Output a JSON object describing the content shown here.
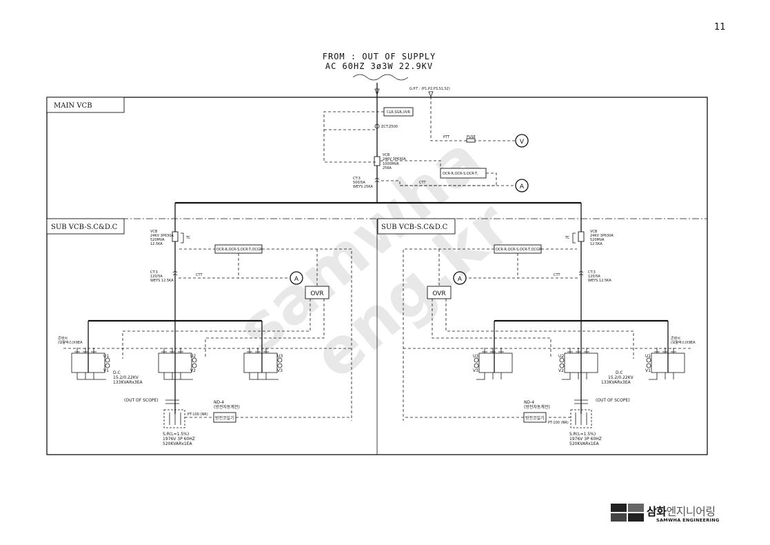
{
  "page_number": "11",
  "supply": {
    "line1": "FROM : OUT OF SUPPLY",
    "line2": "AC 60HZ 3ø3W 22.9KV"
  },
  "main_vcb": {
    "title": "MAIN VCB",
    "gpt_label": "G.P.T : (P1,P2,P3,S1,S2)",
    "relay_box1": "CLR,SGR,UVR",
    "zct": "ZCT:Z500",
    "vcb_l1": "VCB",
    "vcb_l2": "24KV 3P630A",
    "vcb_l3": "1000MVA",
    "vcb_l4": "25KA",
    "relay_box2": "OCR-R,OCR-S,OCR-T,",
    "ct_l1": "CT:3",
    "ct_l2": "500/5A",
    "ct_l3": "WEYS 25KA",
    "ctt": "CTT",
    "pt": "PTT",
    "fuse": "FUSE",
    "meter_v": "V",
    "meter_a": "A"
  },
  "left_panel": {
    "title": "SUB VCB-S.C&D.C",
    "vcb_l1": "VCB",
    "vcb_l2": "24KV 3P630A",
    "vcb_l3": "520MVA",
    "vcb_l4": "12.5KA",
    "tc": "TC",
    "relay_box": "OCR-R,OCR-S,OCR-T,OCGR",
    "ct_l1": "CT:3",
    "ct_l2": "120/5A",
    "ct_l3": "WEYS 12.5KA",
    "ctt": "CTT",
    "meter_a": "A",
    "ovr": "OVR",
    "cap_label_l1": "콘덴서",
    "cap_label_l2": "(모듈박스)X9EA",
    "dc_l1": "D.C",
    "dc_l2": "15.2/0.22KV",
    "dc_l3": "133KVARx3EA",
    "u1": "U1",
    "v1": "V1",
    "u2": "U2",
    "v2": "V2",
    "u3": "U3",
    "v3": "V3",
    "out_of_scope": "(OUT OF SCOPE)",
    "nd_l1": "ND-4",
    "nd_l2": "(방전자동계전)",
    "relay_box3": "방전코일기",
    "pt_100": "PT-100 (NR)",
    "sr_l1": "S.R(L=1.5%)",
    "sr_l2": "1976V 3P 60HZ",
    "sr_l3": "520KVARx1EA"
  },
  "right_panel": {
    "title": "SUB VCB-S.C&D.C",
    "vcb_l1": "VCB",
    "vcb_l2": "24KV 3P630A",
    "vcb_l3": "520MVA",
    "vcb_l4": "12.5KA",
    "tc": "TC",
    "relay_box": "OCR-R,OCR-S,OCR-T,OCGR",
    "ct_l1": "CT:3",
    "ct_l2": "120/5A",
    "ct_l3": "WEYS 12.5KA",
    "ctt": "CTT",
    "meter_a": "A",
    "ovr": "OVR",
    "cap_label_l1": "콘덴서",
    "cap_label_l2": "(모듈박스)X9EA",
    "dc_l1": "D.C",
    "dc_l2": "15.2/0.22KV",
    "dc_l3": "133KVARx3EA",
    "u1": "U1",
    "v1": "V1",
    "u2": "U2",
    "v2": "V2",
    "u3": "U3",
    "v3": "V3",
    "out_of_scope": "(OUT OF SCOPE)",
    "nd_l1": "ND-4",
    "nd_l2": "(방전자동계전)",
    "relay_box3": "방전코일기",
    "pt_100": "PT-100 (NR)",
    "sr_l1": "S.R(L=1.5%)",
    "sr_l2": "1976V 3P 60HZ",
    "sr_l3": "520KVARx1EA"
  },
  "watermark": {
    "line1": "samwha",
    "line2": "eng.kr"
  },
  "logo": {
    "kr_bold": "삼화",
    "kr_light": "엔지니어링",
    "en": "SAMWHA ENGINEERING"
  }
}
